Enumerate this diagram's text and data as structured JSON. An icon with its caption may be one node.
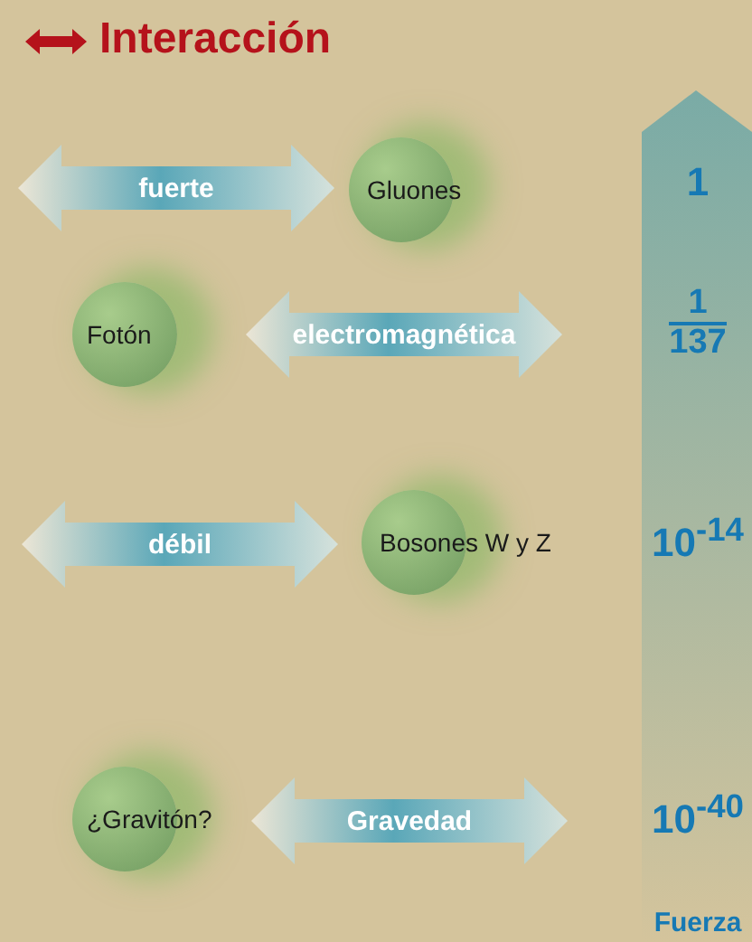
{
  "diagram": {
    "title": "Interacción",
    "nodes": [
      {
        "text": [
          "fuerte"
        ]
      },
      {
        "text": [
          "Gluones"
        ]
      },
      {
        "text": [
          "Fotón"
        ]
      },
      {
        "text": [
          "electromagnética"
        ]
      },
      {
        "text": [
          "débil"
        ]
      },
      {
        "text": [
          "Bosones W y Z"
        ]
      },
      {
        "text": [
          "¿Gravitón?"
        ]
      },
      {
        "text": [
          "Gravedad"
        ]
      }
    ],
    "edges": [],
    "labels": [
      "1",
      "1",
      "137",
      "10$^{-14}$",
      "10$^{-40}$",
      "Fuerza"
    ]
  }
}
